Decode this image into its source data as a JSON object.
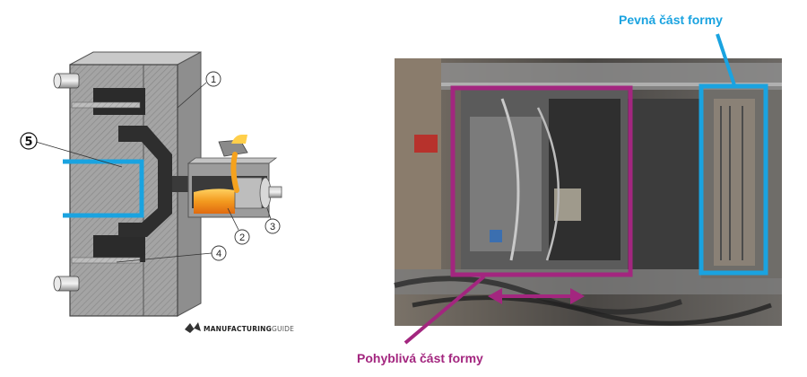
{
  "diagram": {
    "callouts": [
      "1",
      "2",
      "3",
      "4",
      "5"
    ],
    "brand": {
      "bold": "MANUFACTURING",
      "light": "GUIDE"
    }
  },
  "photo": {
    "fixed_label": "Pevná část formy",
    "moving_label": "Pohyblivá část formy"
  },
  "colors": {
    "accent_blue": "#1aa3e0",
    "accent_magenta": "#a3267f",
    "mold_grey": "#9a9a9a",
    "molten_metal": "#f08a1c"
  },
  "icons": [
    "double-arrow-icon",
    "manufacturing-guide-logo"
  ]
}
